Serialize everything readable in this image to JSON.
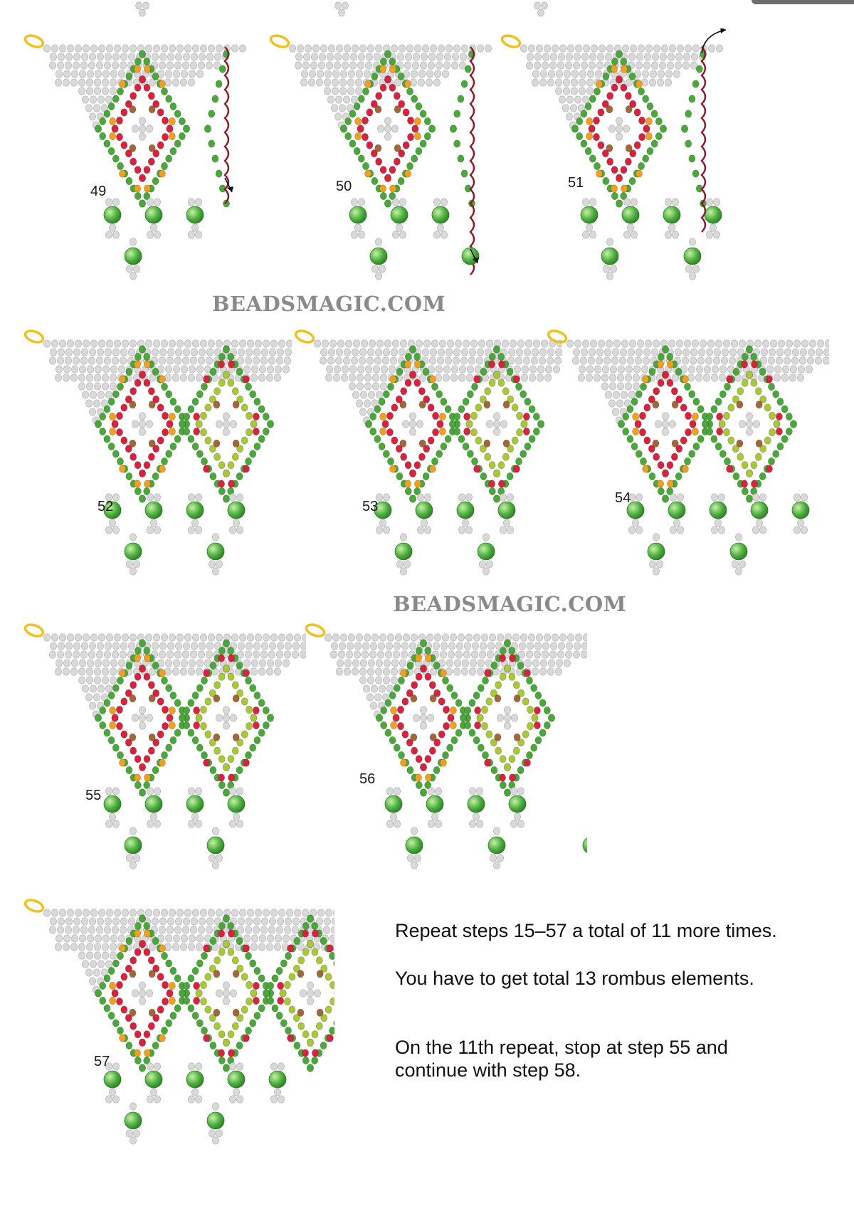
{
  "watermark_text": "BEADSMAGIC.COM",
  "steps": [
    {
      "label": "49",
      "right_motifs": 0,
      "beads_right": 3,
      "thread": "zigzag-down"
    },
    {
      "label": "50",
      "right_motifs": 0,
      "beads_right": 3,
      "thread": "drop-bead"
    },
    {
      "label": "51",
      "right_motifs": 0,
      "beads_right": 4,
      "thread": "full-up"
    },
    {
      "label": "52",
      "right_motifs": 1,
      "beads_right": 4,
      "thread": "zigzag-down"
    },
    {
      "label": "53",
      "right_motifs": 1,
      "beads_right": 4,
      "thread": "drop-bead"
    },
    {
      "label": "54",
      "right_motifs": 1,
      "beads_right": 5,
      "thread": "full-up"
    },
    {
      "label": "55",
      "right_motifs": 1,
      "beads_right": 4,
      "thread": "zigzag-down"
    },
    {
      "label": "56",
      "right_motifs": 1,
      "beads_right": 4,
      "thread": "drop-bead"
    },
    {
      "label": "57",
      "right_motifs": 2,
      "beads_right": 5,
      "thread": "full-up"
    }
  ],
  "instructions": {
    "line1": "Repeat steps 15–57 a total of 11 more times.",
    "line2": "You have to get total 13 rombus elements.",
    "line3": "On the 11th repeat, stop at step 55 and continue with step 58."
  },
  "colors": {
    "seed_grey": "#d9d9d9",
    "seed_green": "#4aa83a",
    "seed_lime": "#a8c838",
    "seed_red": "#d8233f",
    "seed_orange": "#f0a020",
    "seed_brown": "#a0683a",
    "round_green": "#4caf3e",
    "ring_gold": "#f0c020",
    "thread": "#8b1a2a"
  }
}
